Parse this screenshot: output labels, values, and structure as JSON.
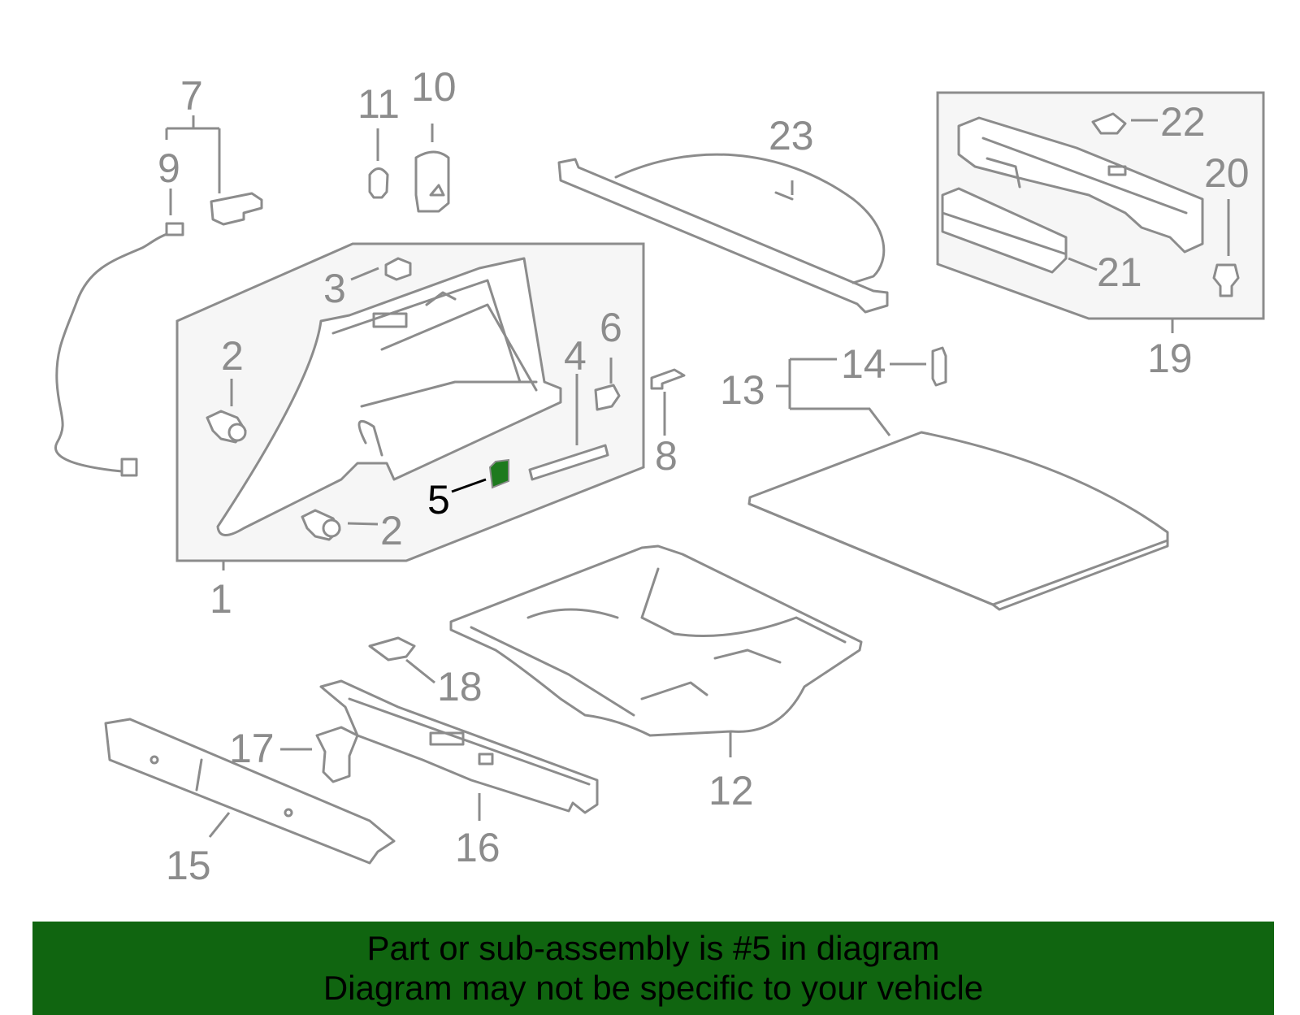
{
  "diagram": {
    "colors": {
      "line": "#8c8c8c",
      "highlight_part": "#1e7a1e",
      "highlight_text": "#000000",
      "box_fill": "#f6f6f6",
      "banner_bg": "#106510"
    },
    "highlighted_callout": "5",
    "callouts": {
      "c1": "1",
      "c2a": "2",
      "c2b": "2",
      "c3": "3",
      "c4": "4",
      "c5": "5",
      "c6": "6",
      "c7": "7",
      "c8": "8",
      "c9": "9",
      "c10": "10",
      "c11": "11",
      "c12": "12",
      "c13": "13",
      "c14": "14",
      "c15": "15",
      "c16": "16",
      "c17": "17",
      "c18": "18",
      "c19": "19",
      "c20": "20",
      "c21": "21",
      "c22": "22",
      "c23": "23"
    }
  },
  "banner": {
    "line1": "Part or sub-assembly is #5 in diagram",
    "line2": "Diagram may not be specific to your vehicle"
  }
}
